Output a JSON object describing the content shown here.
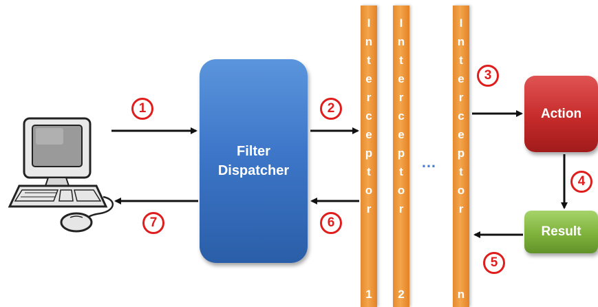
{
  "filter_dispatcher": {
    "line1": "Filter",
    "line2": "Dispatcher",
    "color": "#3e77c9"
  },
  "action": {
    "label": "Action",
    "color": "#c62b2b"
  },
  "result": {
    "label": "Result",
    "color": "#7fb23c"
  },
  "interceptors": [
    {
      "word": "Interceptor",
      "number": "1"
    },
    {
      "word": "Interceptor",
      "number": "2"
    },
    {
      "word": "Interceptor",
      "number": "n"
    }
  ],
  "interceptor_color": "#f29b3e",
  "ellipsis": "…",
  "steps": [
    "1",
    "2",
    "3",
    "4",
    "5",
    "6",
    "7"
  ],
  "step_color": "#e01d1d",
  "icons": {
    "client": "computer-icon"
  }
}
